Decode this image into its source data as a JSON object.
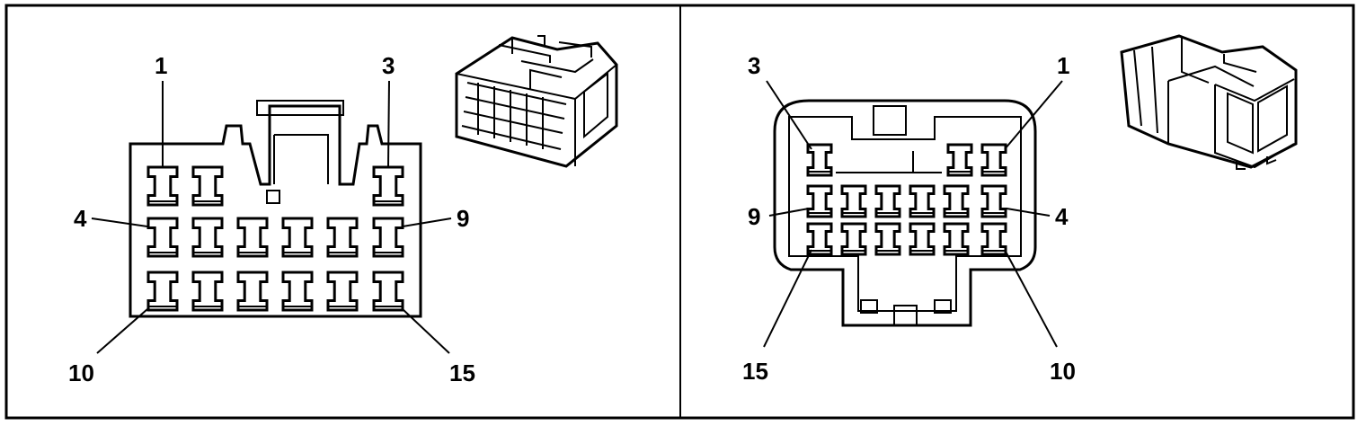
{
  "left_view": {
    "labels": {
      "pin_1": "1",
      "pin_3": "3",
      "pin_4": "4",
      "pin_9": "9",
      "pin_10": "10",
      "pin_15": "15"
    },
    "rows": [
      {
        "row": "top",
        "cavities": 3
      },
      {
        "row": "middle",
        "cavities": 6
      },
      {
        "row": "bottom",
        "cavities": 6
      }
    ]
  },
  "right_view": {
    "labels": {
      "pin_1": "1",
      "pin_3": "3",
      "pin_4": "4",
      "pin_9": "9",
      "pin_10": "10",
      "pin_15": "15"
    },
    "rows": [
      {
        "row": "top",
        "cavities": 3
      },
      {
        "row": "middle",
        "cavities": 6
      },
      {
        "row": "bottom",
        "cavities": 6
      }
    ]
  },
  "colors": {
    "line": "#000000",
    "background": "#ffffff"
  }
}
